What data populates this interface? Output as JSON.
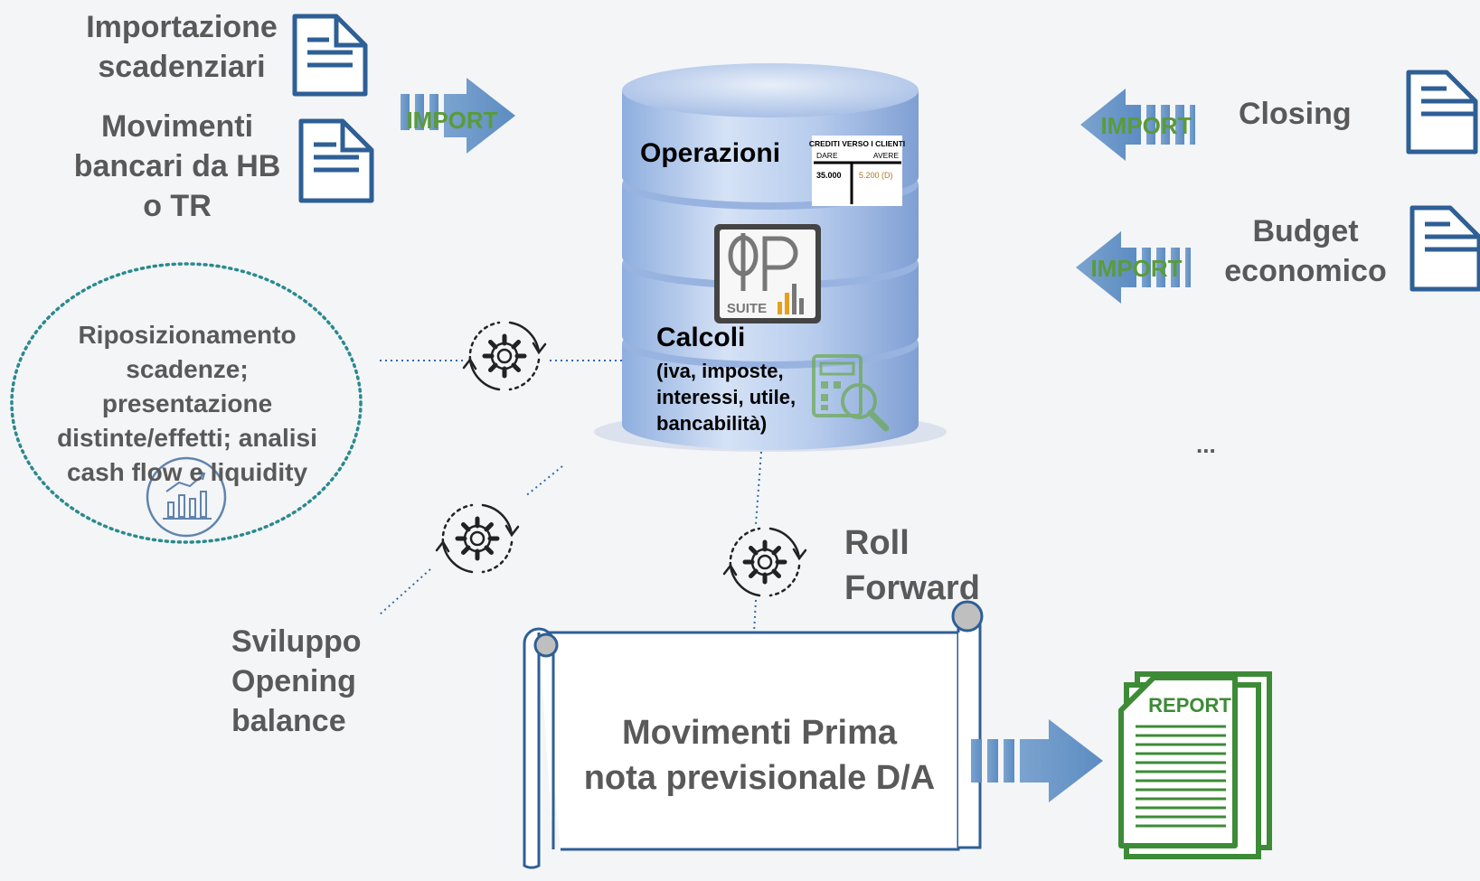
{
  "inputs_left": {
    "importazione": [
      "Importazione",
      "scadenziari"
    ],
    "movimenti": [
      "Movimenti",
      "bancari da HB",
      "o TR"
    ]
  },
  "inputs_right": {
    "closing": "Closing",
    "budget": [
      "Budget",
      "economico"
    ],
    "more": "..."
  },
  "arrows": {
    "import_label": "IMPORT"
  },
  "database": {
    "operazioni": "Operazioni",
    "ledger": {
      "title": "CREDITI VERSO I CLIENTI",
      "col_dare": "DARE",
      "col_avere": "AVERE",
      "val_dare": "35.000",
      "val_avere": "5.200 (D)"
    },
    "logo_text": "SUITE",
    "calcoli_title": "Calcoli",
    "calcoli_detail": [
      "(iva, imposte,",
      "interessi, utile,",
      "bancabilità)"
    ]
  },
  "processes": {
    "riposizionamento": [
      "Riposizionamento",
      "scadenze;",
      "presentazione",
      "distinte/effetti; analisi",
      "cash flow e liquidity"
    ],
    "sviluppo": [
      "Sviluppo",
      "Opening",
      "balance"
    ],
    "roll_forward": [
      "Roll",
      "Forward"
    ]
  },
  "scroll": {
    "title": [
      "Movimenti Prima",
      "nota previsionale D/A"
    ]
  },
  "report": {
    "label": "REPORT"
  },
  "colors": {
    "arrow_blue": "#6e9ac9",
    "doc_blue": "#2e5f95",
    "import_green": "#5a9b3a",
    "report_green": "#3d8b37",
    "text_gray": "#595959",
    "dotted_teal": "#2a8a8e",
    "db_blue": "#9ab7e4"
  }
}
